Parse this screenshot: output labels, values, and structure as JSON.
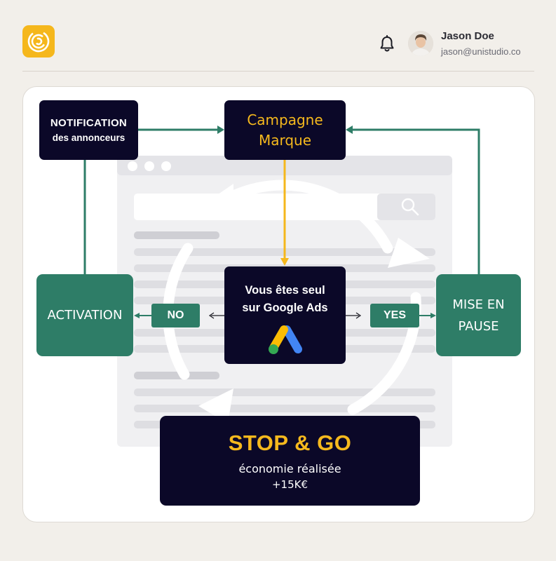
{
  "header": {
    "user_name": "Jason Doe",
    "user_email": "jason@unistudio.co"
  },
  "diagram": {
    "notification_line1": "NOTIFICATION",
    "notification_line2": "des annonceurs",
    "campagne_line1": "Campagne",
    "campagne_line2": "Marque",
    "center_line1": "Vous êtes seul",
    "center_line2": "sur Google Ads",
    "activation": "ACTIVATION",
    "no_label": "NO",
    "yes_label": "YES",
    "mise_line1": "MISE EN",
    "mise_line2": "PAUSE",
    "stop_title": "STOP & GO",
    "stop_subtitle": "économie réalisée",
    "stop_value": "+15K€"
  },
  "colors": {
    "brand_yellow": "#f5b71c",
    "dark_navy": "#0b0828",
    "green": "#2e7d67",
    "background": "#f2efea"
  }
}
